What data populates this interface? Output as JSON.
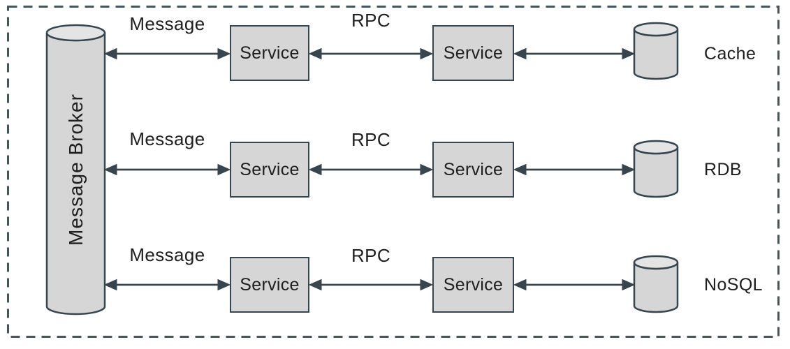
{
  "diagram_title": "",
  "broker": {
    "label": "Message Broker"
  },
  "rows": [
    {
      "message_label": "Message",
      "service_left": "Service",
      "rpc_label": "RPC",
      "service_right": "Service",
      "datastore_label": "Cache"
    },
    {
      "message_label": "Message",
      "service_left": "Service",
      "rpc_label": "RPC",
      "service_right": "Service",
      "datastore_label": "RDB"
    },
    {
      "message_label": "Message",
      "service_left": "Service",
      "rpc_label": "RPC",
      "service_right": "Service",
      "datastore_label": "NoSQL"
    }
  ],
  "colors": {
    "background": "#ffffff",
    "shape_fill": "#d6d6d6",
    "shape_fill_top": "#e4e4e4",
    "stroke": "#36454e",
    "dashed_frame": "#46545c",
    "text": "#1e1e1e"
  }
}
